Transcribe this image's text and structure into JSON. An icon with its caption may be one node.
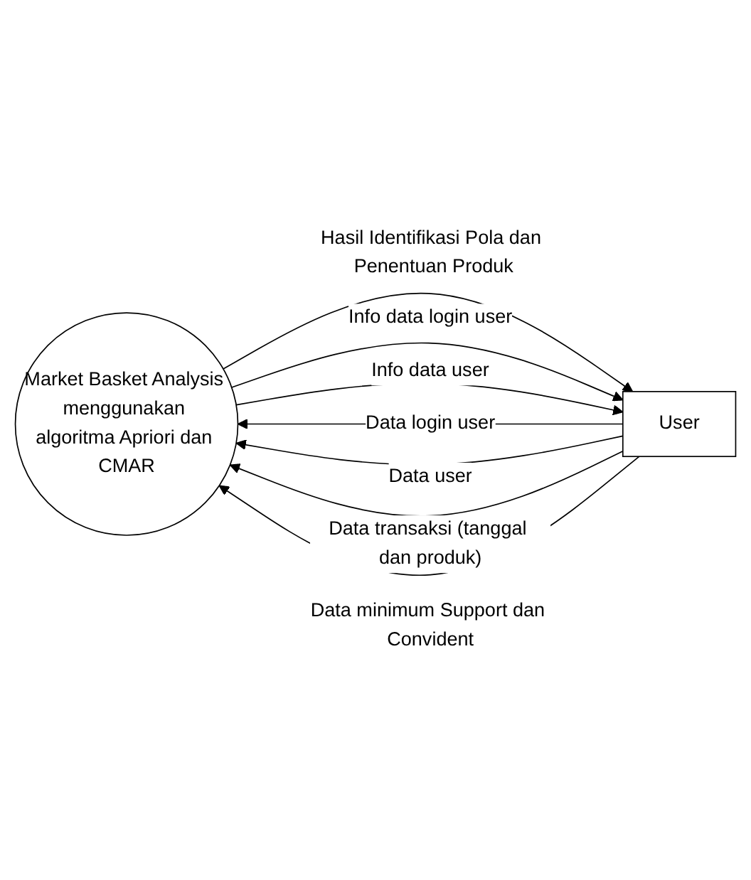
{
  "diagram": {
    "nodes": [
      {
        "text": [
          "Market Basket Analysis menggunakan algoritma Apriori dan CMAR"
        ]
      },
      {
        "text": [
          "User"
        ]
      }
    ],
    "edges": [
      {
        "from": 0,
        "to": 1,
        "arrow": "to",
        "label": "Hasil Identifikasi Pola dan Penentuan Produk"
      },
      {
        "from": 0,
        "to": 1,
        "arrow": "to",
        "label": "Info data login user"
      },
      {
        "from": 0,
        "to": 1,
        "arrow": "to",
        "label": "Info data user"
      },
      {
        "from": 1,
        "to": 0,
        "arrow": "to",
        "label": "Data login user"
      },
      {
        "from": 1,
        "to": 0,
        "arrow": "to",
        "label": "Data user"
      },
      {
        "from": 1,
        "to": 0,
        "arrow": "to",
        "label": "Data transaksi (tanggal dan produk)"
      },
      {
        "from": 1,
        "to": 0,
        "arrow": "to",
        "label": "Data minimum Support dan Convident"
      }
    ]
  }
}
